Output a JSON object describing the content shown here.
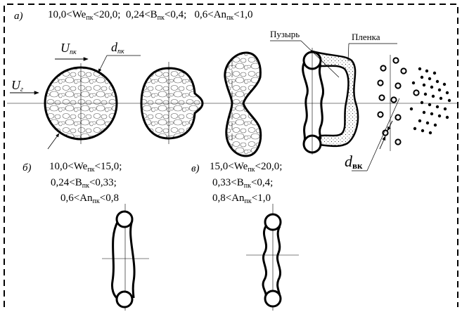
{
  "frame": {
    "border_style": "dashed",
    "color": "#000000"
  },
  "panel_a": {
    "letter": "а)",
    "cond_we": "10,0<We",
    "cond_we_sub": "пк",
    "cond_we_end": "<20,0;",
    "cond_b": "0,24<B",
    "cond_b_sub": "пк",
    "cond_b_end": "<0,4;",
    "cond_an": "0,6<An",
    "cond_an_sub": "пк",
    "cond_an_end": "<1,0",
    "u_pk": "U",
    "u_pk_sub": "пк",
    "u_g": "U",
    "u_g_sub": "г",
    "d_pk": "d",
    "d_pk_sub": "пк",
    "bubble_label": "Пузырь",
    "film_label": "Пленка",
    "d_vk": "d",
    "d_vk_sub": "вк"
  },
  "panel_b": {
    "letter": "б)",
    "line1": "10,0<We",
    "line1_sub": "пк",
    "line1_end": "<15,0;",
    "line2": "0,24<B",
    "line2_sub": "пк",
    "line2_end": "<0,33;",
    "line3": "0,6<An",
    "line3_sub": "пк",
    "line3_end": "<0,8"
  },
  "panel_c": {
    "letter": "в)",
    "line1": "15,0<We",
    "line1_sub": "пк",
    "line1_end": "<20,0;",
    "line2": "0,33<B",
    "line2_sub": "пк",
    "line2_end": "<0,4;",
    "line3": "0,8<An",
    "line3_sub": "пк",
    "line3_end": "<1,0"
  }
}
